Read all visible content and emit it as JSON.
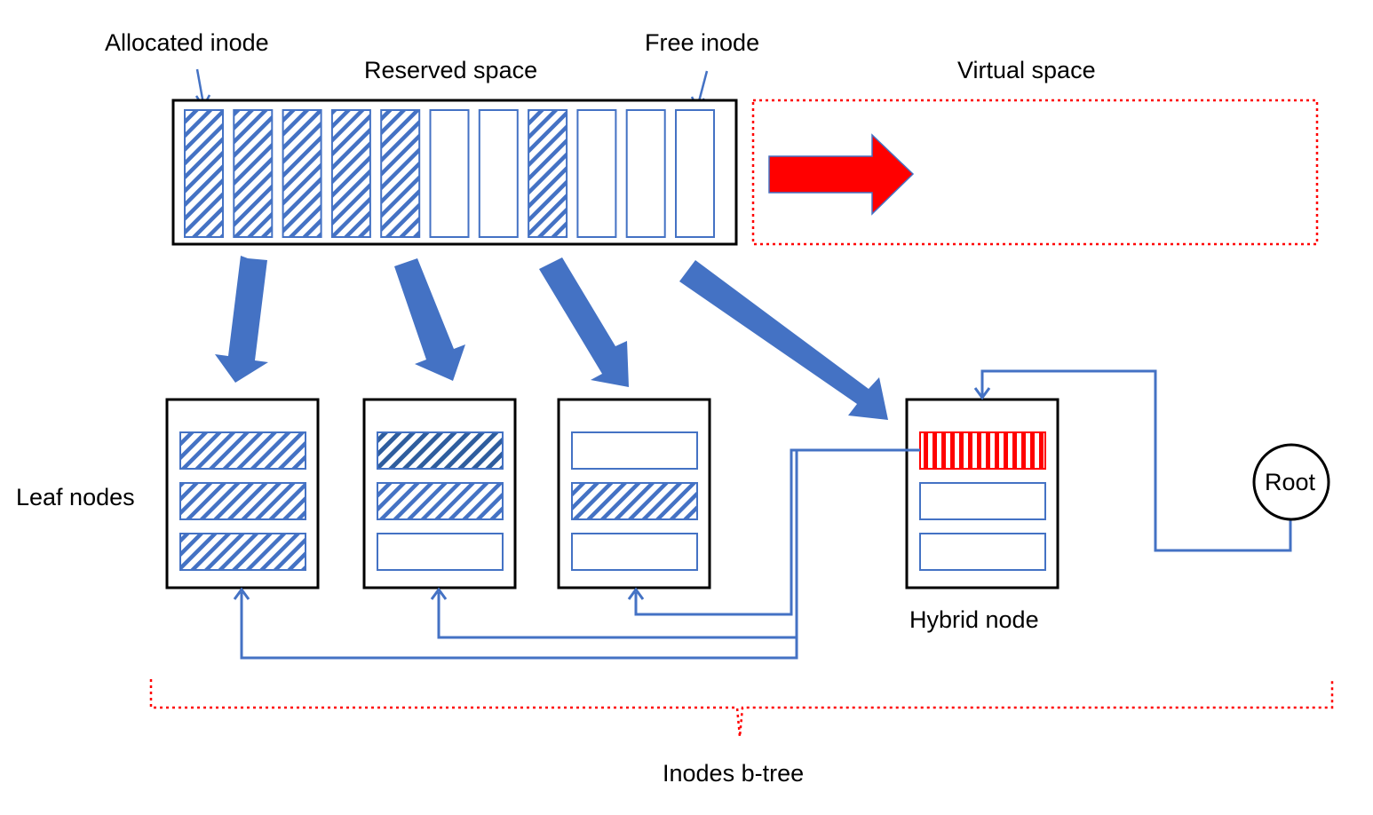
{
  "labels": {
    "allocated_inode": "Allocated inode",
    "free_inode": "Free inode",
    "reserved_space": "Reserved space",
    "virtual_space": "Virtual space",
    "leaf_nodes": "Leaf nodes",
    "hybrid_node": "Hybrid node",
    "root": "Root",
    "inodes_btree": "Inodes b-tree"
  },
  "reserved_slots": [
    "allocated",
    "allocated",
    "allocated",
    "allocated",
    "allocated",
    "free",
    "free",
    "allocated",
    "free",
    "free",
    "free"
  ],
  "nodes": [
    {
      "kind": "leaf",
      "slots": [
        "allocated",
        "allocated",
        "allocated"
      ]
    },
    {
      "kind": "leaf",
      "slots": [
        "allocated",
        "allocated",
        "free"
      ]
    },
    {
      "kind": "leaf",
      "slots": [
        "free",
        "allocated",
        "free"
      ]
    },
    {
      "kind": "hybrid",
      "slots": [
        "hybrid",
        "free",
        "free"
      ]
    }
  ],
  "colors": {
    "blue": "#4472C4",
    "red": "#FF0000",
    "dark_blue_hatch": "#2E5D9E",
    "black": "#000000"
  }
}
